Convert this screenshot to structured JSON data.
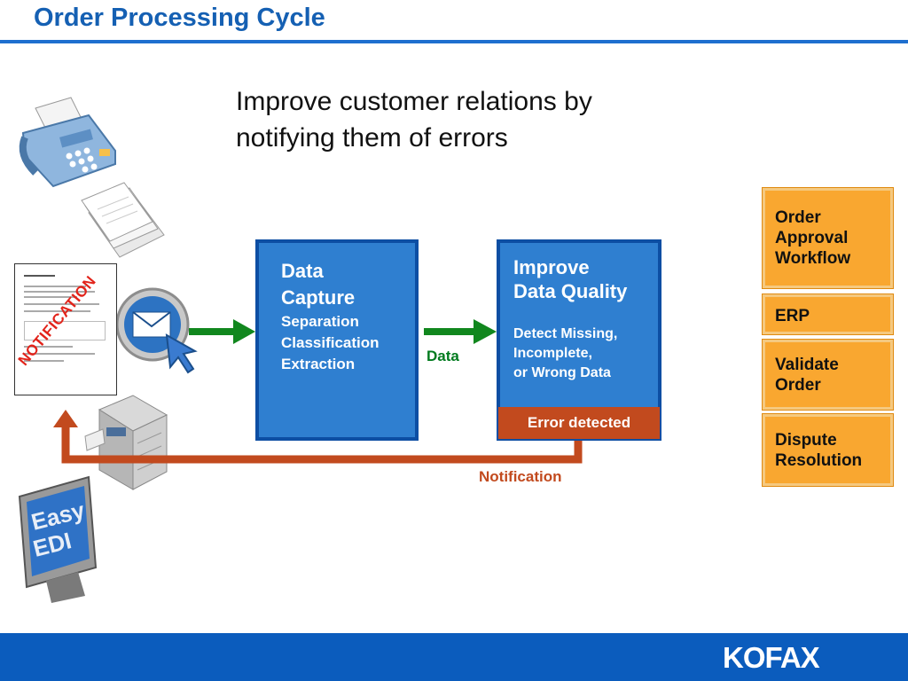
{
  "title": "Order Processing Cycle",
  "subtitle": [
    "Improve customer relations by",
    "notifying them of errors"
  ],
  "data_capture": {
    "heading": [
      "Data",
      "Capture"
    ],
    "items": [
      "Separation",
      "Classification",
      "Extraction"
    ]
  },
  "improve_quality": {
    "heading": [
      "Improve",
      "Data Quality"
    ],
    "detail": [
      "Detect Missing,",
      "Incomplete,",
      "or Wrong Data"
    ],
    "error_label": "Error detected"
  },
  "arrow_labels": {
    "data": "Data",
    "notification": "Notification"
  },
  "notification_stamp": "NOTIFICATION",
  "orange_boxes": [
    [
      "Order",
      "Approval",
      "Workflow"
    ],
    [
      "ERP"
    ],
    [
      "Validate",
      "Order"
    ],
    [
      "Dispute",
      "Resolution"
    ]
  ],
  "logo_text": "KOFAX",
  "edi_screen_text": [
    "Easy",
    "EDI"
  ],
  "icons": [
    "fax-icon",
    "paper-stack-icon",
    "email-icon",
    "copier-icon",
    "edi-monitor-icon"
  ],
  "colors": {
    "title_blue": "#1560b3",
    "box_blue": "#2f7fd0",
    "arrow_green": "#11871e",
    "arrow_red": "#c24a1e",
    "box_orange": "#f9a730",
    "footer_blue": "#0b5cbd"
  }
}
